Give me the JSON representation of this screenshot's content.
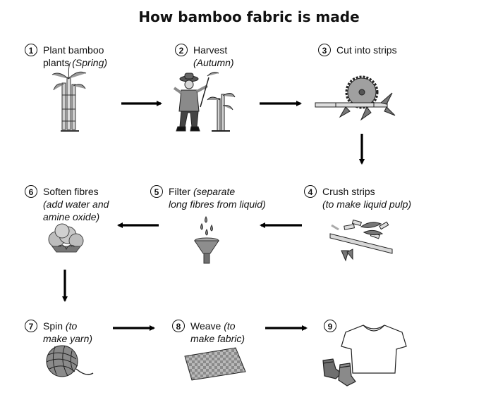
{
  "title": "How bamboo fabric is made",
  "steps": [
    {
      "num": "1",
      "lines": [
        {
          "plain": "Plant bamboo",
          "italic": ""
        },
        {
          "plain": "plants ",
          "italic": "(Spring)"
        }
      ]
    },
    {
      "num": "2",
      "lines": [
        {
          "plain": "Harvest",
          "italic": ""
        },
        {
          "plain": "",
          "italic": "(Autumn)"
        }
      ]
    },
    {
      "num": "3",
      "lines": [
        {
          "plain": "Cut into strips",
          "italic": ""
        }
      ]
    },
    {
      "num": "4",
      "lines": [
        {
          "plain": "Crush strips",
          "italic": ""
        },
        {
          "plain": "",
          "italic": "(to make liquid pulp)"
        }
      ]
    },
    {
      "num": "5",
      "lines": [
        {
          "plain": "Filter ",
          "italic": "(separate"
        },
        {
          "plain": "",
          "italic": "long fibres from liquid)"
        }
      ]
    },
    {
      "num": "6",
      "lines": [
        {
          "plain": "Soften fibres",
          "italic": ""
        },
        {
          "plain": "",
          "italic": "(add water and"
        },
        {
          "plain": "",
          "italic": "amine oxide)"
        }
      ]
    },
    {
      "num": "7",
      "lines": [
        {
          "plain": "Spin ",
          "italic": "(to"
        },
        {
          "plain": "",
          "italic": "make yarn)"
        }
      ]
    },
    {
      "num": "8",
      "lines": [
        {
          "plain": "Weave ",
          "italic": "(to"
        },
        {
          "plain": "",
          "italic": "make fabric)"
        }
      ]
    },
    {
      "num": "9",
      "lines": []
    }
  ],
  "icons": [
    "bamboo-plant-icon",
    "harvester-icon",
    "saw-icon",
    "crushed-strips-icon",
    "funnel-icon",
    "cotton-ball-icon",
    "yarn-ball-icon",
    "fabric-icon",
    "tshirt-socks-icon"
  ]
}
